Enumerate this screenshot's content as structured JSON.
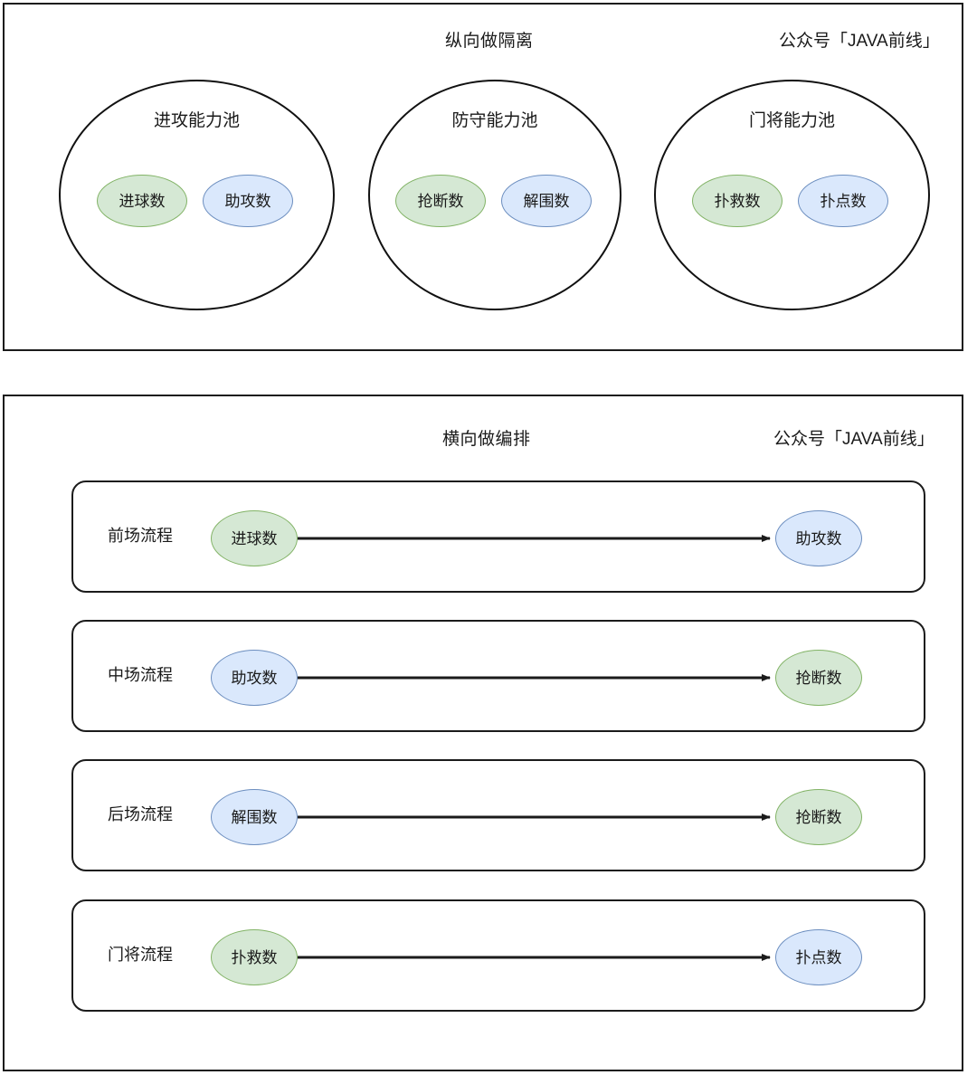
{
  "panels": [
    {
      "id": "vertical",
      "caption_center": "纵向做隔离",
      "caption_right": "公众号「JAVA前线」",
      "pools": [
        {
          "title": "进攻能力池",
          "metrics": [
            {
              "label": "进球数",
              "color": "green"
            },
            {
              "label": "助攻数",
              "color": "blue"
            }
          ]
        },
        {
          "title": "防守能力池",
          "metrics": [
            {
              "label": "抢断数",
              "color": "green"
            },
            {
              "label": "解围数",
              "color": "blue"
            }
          ]
        },
        {
          "title": "门将能力池",
          "metrics": [
            {
              "label": "扑救数",
              "color": "green"
            },
            {
              "label": "扑点数",
              "color": "blue"
            }
          ]
        }
      ]
    },
    {
      "id": "horizontal",
      "caption_center": "横向做编排",
      "caption_right": "公众号「JAVA前线」",
      "flows": [
        {
          "label": "前场流程",
          "source": {
            "label": "进球数",
            "color": "green"
          },
          "target": {
            "label": "助攻数",
            "color": "blue"
          }
        },
        {
          "label": "中场流程",
          "source": {
            "label": "助攻数",
            "color": "blue"
          },
          "target": {
            "label": "抢断数",
            "color": "green"
          }
        },
        {
          "label": "后场流程",
          "source": {
            "label": "解围数",
            "color": "blue"
          },
          "target": {
            "label": "抢断数",
            "color": "green"
          }
        },
        {
          "label": "门将流程",
          "source": {
            "label": "扑救数",
            "color": "green"
          },
          "target": {
            "label": "扑点数",
            "color": "blue"
          }
        }
      ]
    }
  ],
  "colors": {
    "green_fill": "#d5e8d4",
    "green_stroke": "#82b366",
    "blue_fill": "#dae8fc",
    "blue_stroke": "#6c8ebf",
    "line": "#1b1b1b",
    "background": "#ffffff"
  }
}
